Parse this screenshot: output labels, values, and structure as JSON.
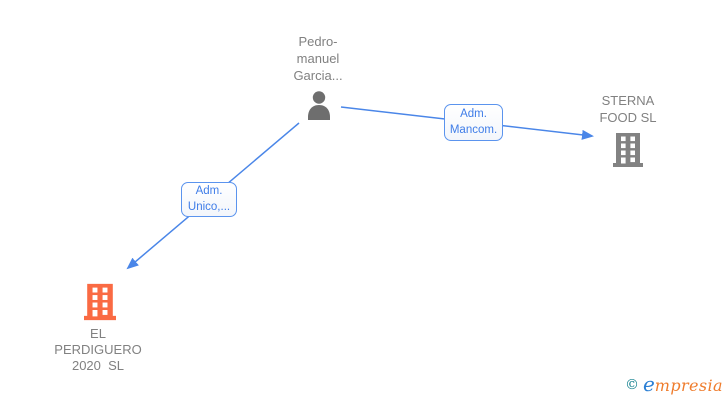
{
  "diagram_title": "corporate-relations-graph",
  "nodes": {
    "person": {
      "label": "Pedro-\nmanuel\nGarcia...",
      "icon": "person-icon",
      "color": "#6e6e6e"
    },
    "sterna": {
      "label": "STERNA\nFOOD SL",
      "icon": "building-icon",
      "color": "#828282"
    },
    "perdiguero": {
      "label": "EL\nPERDIGUERO\n2020  SL",
      "icon": "building-icon",
      "color": "#fa6a43"
    }
  },
  "edges": {
    "mancom": {
      "label": "Adm.\nMancom.",
      "from": "person",
      "to": "sterna"
    },
    "unico": {
      "label": "Adm.\nUnico,...",
      "from": "person",
      "to": "perdiguero"
    }
  },
  "colors": {
    "edge_blue": "#4a86e8",
    "edge_label_text": "#3f7de8",
    "edge_label_border": "#5b94ee",
    "node_text_gray": "#818181",
    "person_gray": "#6e6e6e",
    "building_gray": "#828282",
    "building_orange": "#fa6a43",
    "logo_teal": "#12808e",
    "logo_blue": "#2b7fd4",
    "logo_orange": "#ef7d2e"
  },
  "watermark": {
    "copyright": "©",
    "brand_initial": "e",
    "brand_rest": "mpresia"
  }
}
